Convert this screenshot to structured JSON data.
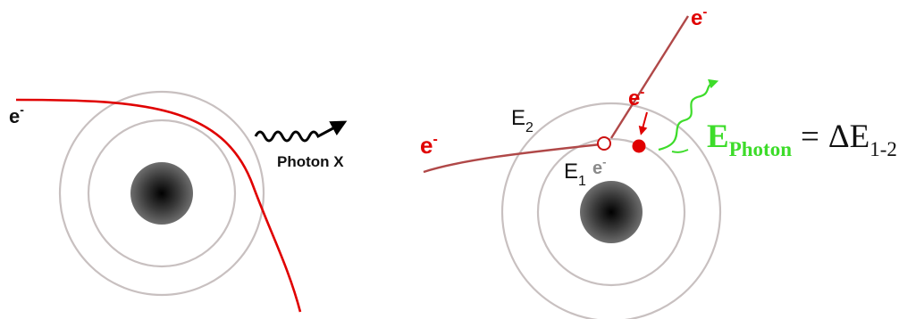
{
  "left_panel": {
    "electron_label": "e",
    "electron_sup": "-",
    "photon_label": "Photon X"
  },
  "right_panel": {
    "incoming_electron_label": "e",
    "incoming_electron_sup": "-",
    "scattered_electron_label": "e",
    "scattered_electron_sup": "-",
    "ejected_electron_label": "e",
    "ejected_electron_sup": "-",
    "transition_electron_label": "e",
    "transition_electron_sup": "-",
    "shell_outer_label": "E",
    "shell_outer_sub": "2",
    "shell_inner_label": "E",
    "shell_inner_sub": "1",
    "equation": {
      "lhs_main": "E",
      "lhs_sub": "Photon",
      "equals": "=",
      "rhs_main": "ΔE",
      "rhs_sub": "1-2"
    }
  },
  "colors": {
    "electron_red": "#e00000",
    "trajectory_red": "#e00000",
    "trajectory_brown": "#b04848",
    "photon_green": "#3ddc2a",
    "shell_gray": "#c8c0c0",
    "nucleus_dark": "#111111",
    "label_gray": "#8a8a8a"
  },
  "icons": {
    "photon_arrow": "wavy-arrow-icon"
  }
}
